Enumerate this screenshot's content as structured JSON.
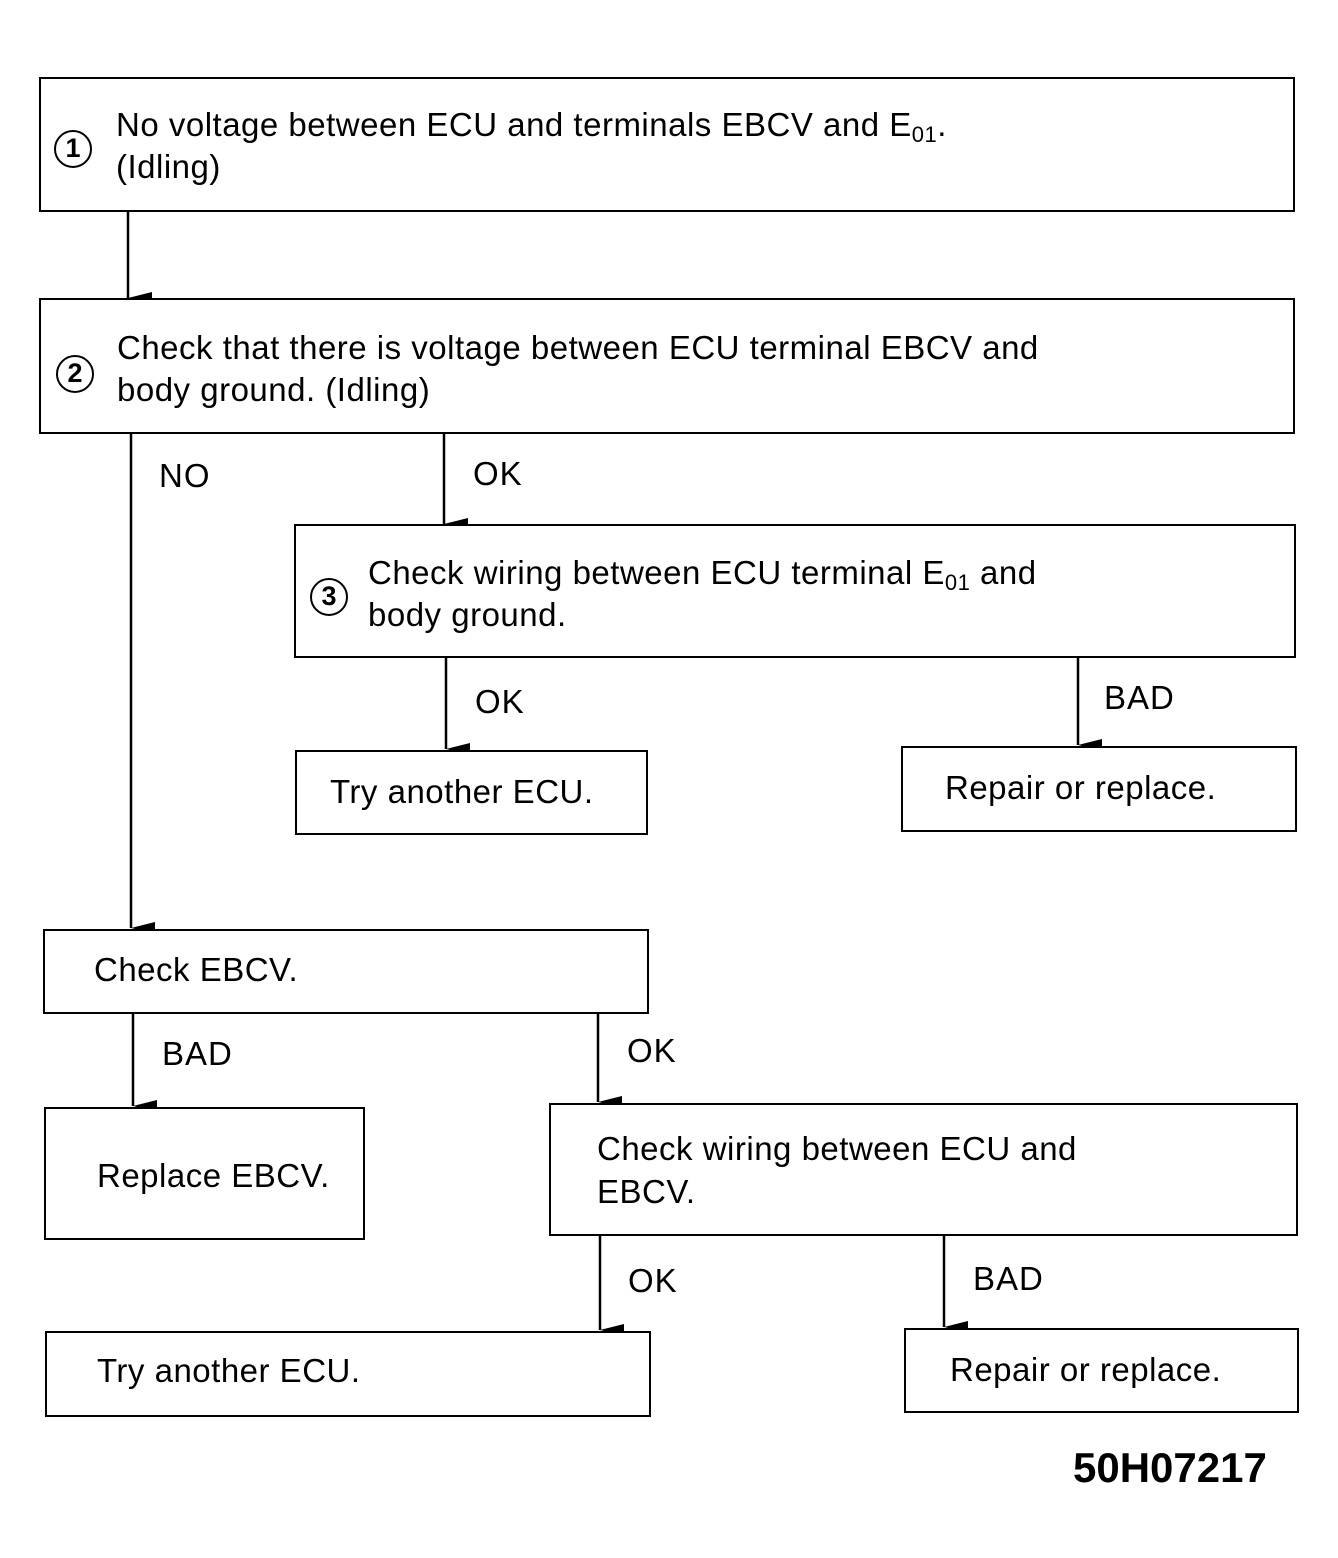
{
  "steps": [
    {
      "number": "1",
      "line1": "No voltage between ECU and terminals EBCV and E",
      "line1_sub": "01",
      "line1_end": ".",
      "line2": "(Idling)"
    },
    {
      "number": "2",
      "line1": "Check that there is voltage between ECU terminal EBCV and",
      "line2": "body ground. (Idling)"
    },
    {
      "number": "3",
      "line1_pre": "Check wiring between ECU terminal E",
      "line1_sub": "01",
      "line1_end": " and",
      "line2": "body ground."
    }
  ],
  "boxes": {
    "try_ecu_1": "Try another ECU.",
    "repair_1": "Repair or replace.",
    "check_ebcv": "Check EBCV.",
    "replace_ebcv": "Replace EBCV.",
    "wiring_line1": "Check wiring between ECU and",
    "wiring_line2": "EBCV.",
    "try_ecu_2": "Try another ECU.",
    "repair_2": "Repair or replace."
  },
  "branch_labels": {
    "no": "NO",
    "ok": "OK",
    "bad": "BAD"
  },
  "figure_code": "50H07217"
}
